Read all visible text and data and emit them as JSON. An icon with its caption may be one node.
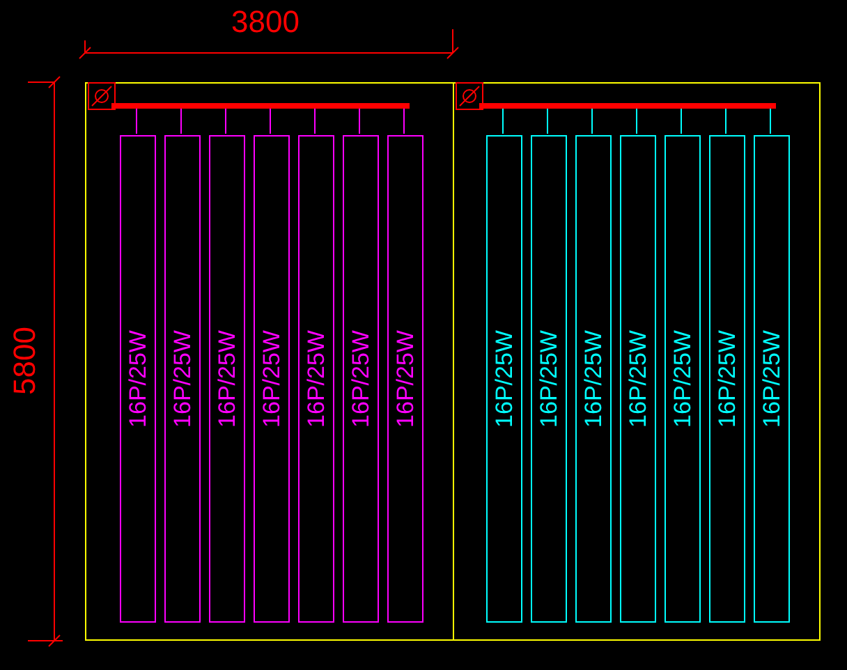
{
  "diagram": {
    "nodes": [
      {
        "text": [],
        "shape": "box"
      },
      {
        "text": [],
        "shape": "box"
      },
      {
        "text": [],
        "shape": "picture",
        "in": 0
      },
      {
        "text": [
          "16P/25W"
        ],
        "in": 0
      },
      {
        "text": [
          "16P/25W"
        ],
        "in": 0
      },
      {
        "text": [
          "16P/25W"
        ],
        "in": 0
      },
      {
        "text": [
          "16P/25W"
        ],
        "in": 0
      },
      {
        "text": [
          "16P/25W"
        ],
        "in": 0
      },
      {
        "text": [
          "16P/25W"
        ],
        "in": 0
      },
      {
        "text": [
          "16P/25W"
        ],
        "in": 0
      },
      {
        "text": [],
        "shape": "picture",
        "in": 1
      },
      {
        "text": [
          "16P/25W"
        ],
        "in": 1
      },
      {
        "text": [
          "16P/25W"
        ],
        "in": 1
      },
      {
        "text": [
          "16P/25W"
        ],
        "in": 1
      },
      {
        "text": [
          "16P/25W"
        ],
        "in": 1
      },
      {
        "text": [
          "16P/25W"
        ],
        "in": 1
      },
      {
        "text": [
          "16P/25W"
        ],
        "in": 1
      },
      {
        "text": [
          "16P/25W"
        ],
        "in": 1
      }
    ],
    "edges": [
      {
        "from": 2,
        "to": 3,
        "arrow": "none",
        "color": "#ff00ff"
      },
      {
        "from": 2,
        "to": 4,
        "arrow": "none",
        "color": "#ff00ff"
      },
      {
        "from": 2,
        "to": 5,
        "arrow": "none",
        "color": "#ff00ff"
      },
      {
        "from": 2,
        "to": 6,
        "arrow": "none",
        "color": "#ff00ff"
      },
      {
        "from": 2,
        "to": 7,
        "arrow": "none",
        "color": "#ff00ff"
      },
      {
        "from": 2,
        "to": 8,
        "arrow": "none",
        "color": "#ff00ff"
      },
      {
        "from": 2,
        "to": 9,
        "arrow": "none",
        "color": "#ff00ff"
      },
      {
        "from": 10,
        "to": 11,
        "arrow": "none",
        "color": "#00ffff"
      },
      {
        "from": 10,
        "to": 12,
        "arrow": "none",
        "color": "#00ffff"
      },
      {
        "from": 10,
        "to": 13,
        "arrow": "none",
        "color": "#00ffff"
      },
      {
        "from": 10,
        "to": 14,
        "arrow": "none",
        "color": "#00ffff"
      },
      {
        "from": 10,
        "to": 15,
        "arrow": "none",
        "color": "#00ffff"
      },
      {
        "from": 10,
        "to": 16,
        "arrow": "none",
        "color": "#00ffff"
      },
      {
        "from": 10,
        "to": 17,
        "arrow": "none",
        "color": "#00ffff"
      }
    ],
    "labels": [
      "3800",
      "5800"
    ]
  }
}
